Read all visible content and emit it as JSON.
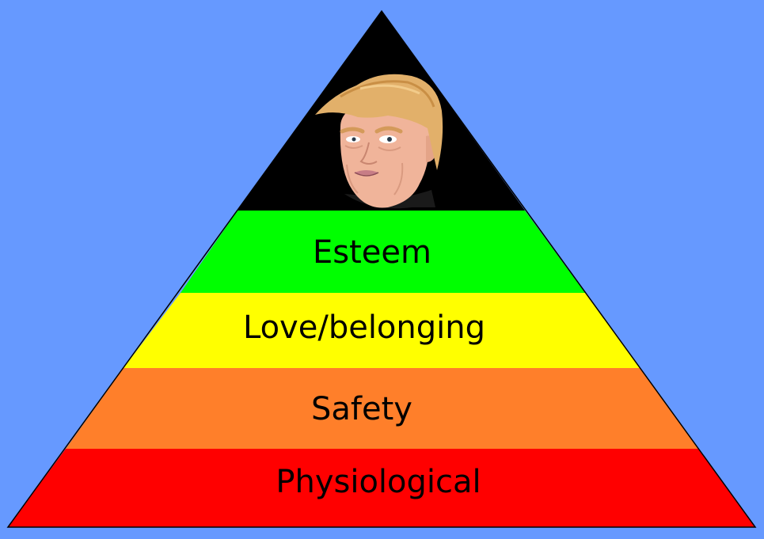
{
  "background_color": "#6699ff",
  "pyramid": {
    "apex": {
      "color": "#000000",
      "image": "caricature-face"
    },
    "levels": [
      {
        "label": "Esteem",
        "color": "#00ff00"
      },
      {
        "label": "Love/belonging",
        "color": "#ffff00"
      },
      {
        "label": "Safety",
        "color": "#ff7f2a"
      },
      {
        "label": "Physiological",
        "color": "#ff0000"
      }
    ]
  }
}
